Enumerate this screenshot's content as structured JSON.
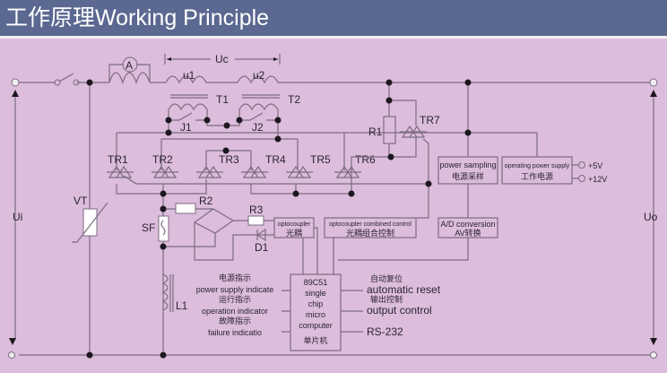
{
  "header": {
    "title": "工作原理Working Principle"
  },
  "diagram": {
    "labels": {
      "uc": "Uc",
      "u1": "u1",
      "u2": "u2",
      "t1": "T1",
      "t2": "T2",
      "j1": "J1",
      "j2": "J2",
      "ammeter": "A",
      "tr1": "TR1",
      "tr2": "TR2",
      "tr3": "TR3",
      "tr4": "TR4",
      "tr5": "TR5",
      "tr6": "TR6",
      "tr7": "TR7",
      "r1": "R1",
      "r2": "R2",
      "r3": "R3",
      "d1": "D1",
      "sf": "SF",
      "vt": "VT",
      "l1": "L1",
      "ui": "Ui",
      "uo": "Uo",
      "v5": "+5V",
      "v12": "+12V"
    },
    "blocks": {
      "power_sampling": {
        "en": "power sampling",
        "zh": "电源采样"
      },
      "operating_power": {
        "en": "operating power supply",
        "zh": "工作电源"
      },
      "opto_combined": {
        "en": "optocoupler combined control",
        "zh": "光耦组合控制"
      },
      "ad_conversion": {
        "en": "A/D conversion",
        "zh": "AV转换"
      },
      "optocoupler": {
        "en": "optocoupler",
        "zh": "光耦"
      },
      "mcu": {
        "l1": "89C51",
        "l2": "single",
        "l3": "chip",
        "l4": "micro",
        "l5": "computer",
        "zh": "单片机"
      }
    },
    "io": {
      "power_ind": {
        "zh": "电源指示",
        "en": "power supply indicate"
      },
      "op_ind": {
        "zh": "运行指示",
        "en": "operation indicator"
      },
      "fail_ind": {
        "zh": "故障指示",
        "en": "failure  indicatio"
      },
      "reset": {
        "zh": "自动复位",
        "en": "automatic reset"
      },
      "output": {
        "zh": "输出控制",
        "en": "output control"
      },
      "rs232": {
        "en": "RS-232"
      }
    }
  }
}
